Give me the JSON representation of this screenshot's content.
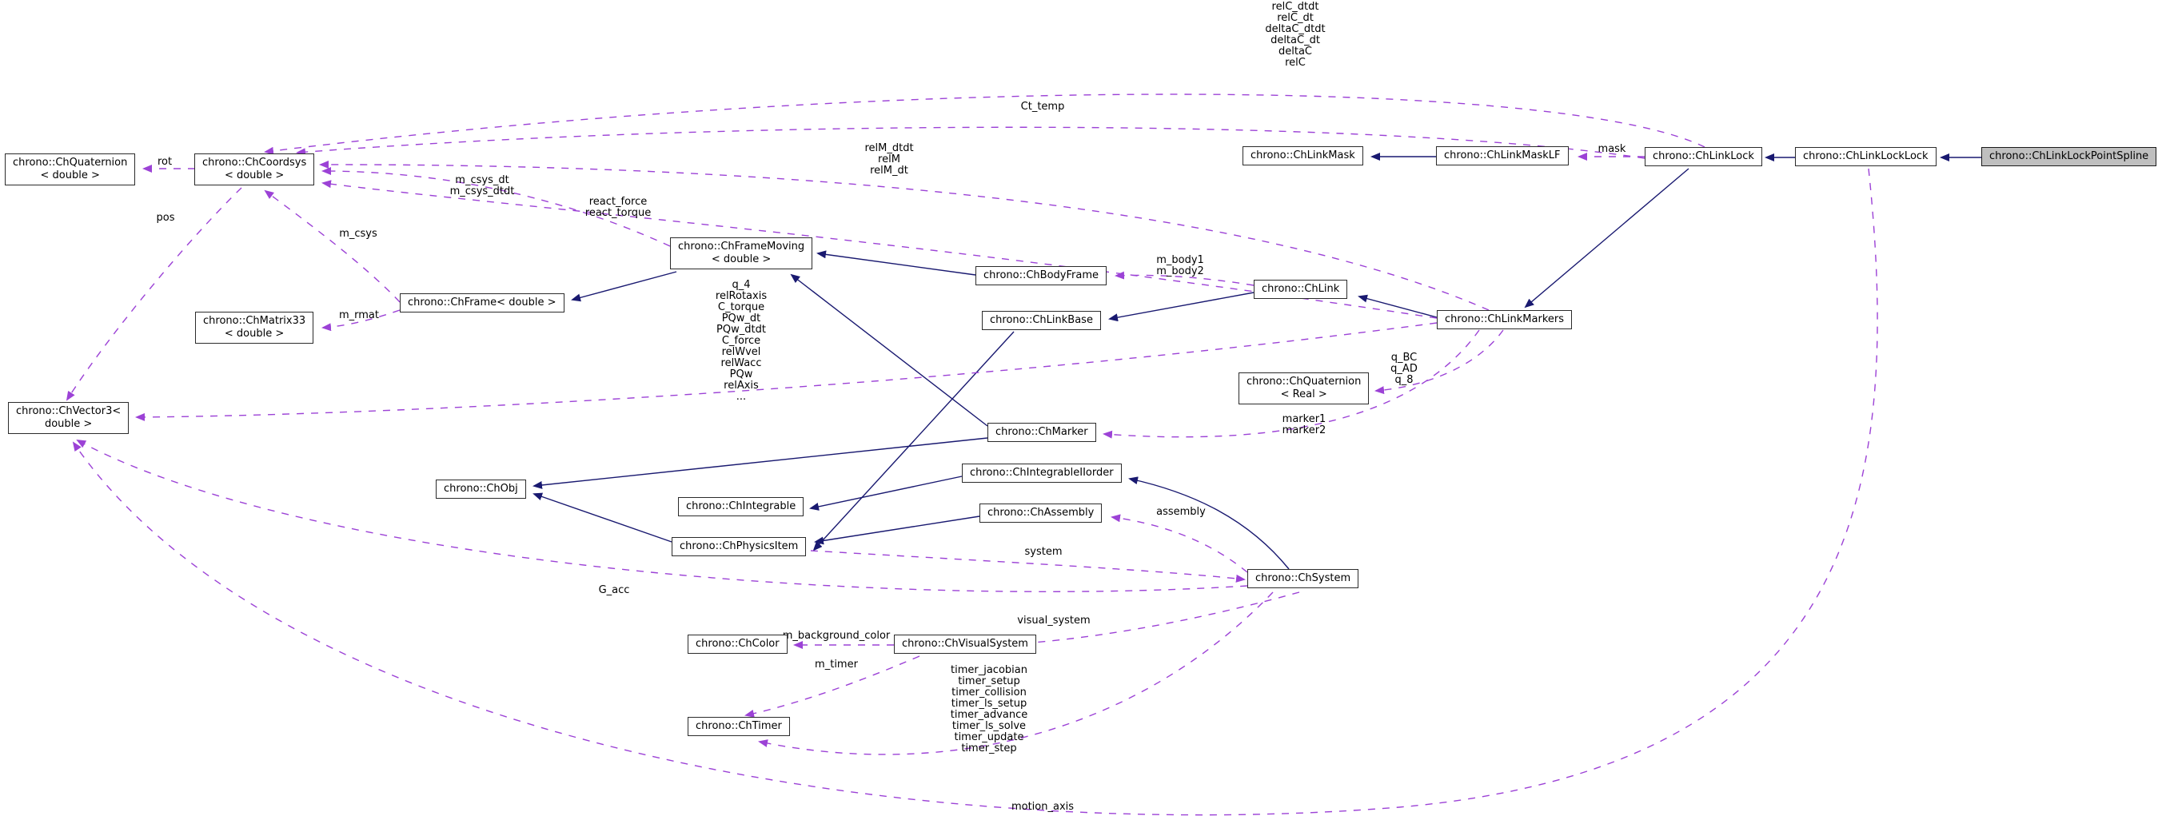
{
  "diagram": {
    "kind": "doxygen-collaboration-graph",
    "colors": {
      "inheritance_edge": "#191970",
      "usage_edge": "#9c42d6",
      "node_background": "#ffffff",
      "node_border": "#2b2b2b",
      "target_node_background": "#bfbfbf"
    },
    "nodes": {
      "chquaternion_double": {
        "label": "chrono::ChQuaternion\n< double >"
      },
      "chcoordsys": {
        "label": "chrono::ChCoordsys\n< double >"
      },
      "chlinkmask": {
        "label": "chrono::ChLinkMask"
      },
      "chlinkmasklf": {
        "label": "chrono::ChLinkMaskLF"
      },
      "chlinklock": {
        "label": "chrono::ChLinkLock"
      },
      "chlinklocklock": {
        "label": "chrono::ChLinkLockLock"
      },
      "chlinklockpointspline": {
        "label": "chrono::ChLinkLockPointSpline"
      },
      "chframemoving": {
        "label": "chrono::ChFrameMoving\n< double >"
      },
      "chbodyframe": {
        "label": "chrono::ChBodyFrame"
      },
      "chlink": {
        "label": "chrono::ChLink"
      },
      "chframe": {
        "label": "chrono::ChFrame< double >"
      },
      "chlinkbase": {
        "label": "chrono::ChLinkBase"
      },
      "chlinkmarkers": {
        "label": "chrono::ChLinkMarkers"
      },
      "chmatrix33": {
        "label": "chrono::ChMatrix33\n< double >"
      },
      "chquaternion_real": {
        "label": "chrono::ChQuaternion\n< Real >"
      },
      "chvector3": {
        "label": "chrono::ChVector3<\ndouble >"
      },
      "chmarker": {
        "label": "chrono::ChMarker"
      },
      "chintegrableiiorder": {
        "label": "chrono::ChIntegrableIIorder"
      },
      "chobj": {
        "label": "chrono::ChObj"
      },
      "chintegrable": {
        "label": "chrono::ChIntegrable"
      },
      "chassembly": {
        "label": "chrono::ChAssembly"
      },
      "chphysicsitem": {
        "label": "chrono::ChPhysicsItem"
      },
      "chsystem": {
        "label": "chrono::ChSystem"
      },
      "chcolor": {
        "label": "chrono::ChColor"
      },
      "chvisualsystem": {
        "label": "chrono::ChVisualSystem"
      },
      "chtimer": {
        "label": "chrono::ChTimer"
      }
    },
    "edge_labels": {
      "relc_stack": {
        "text": "relC_dtdt\nrelC_dt\ndeltaC_dtdt\ndeltaC_dt\ndeltaC\nrelC"
      },
      "ct_temp": {
        "text": "Ct_temp"
      },
      "relm_stack": {
        "text": "relM_dtdt\nrelM\nrelM_dt"
      },
      "mask": {
        "text": "mask"
      },
      "rot": {
        "text": "rot"
      },
      "pos": {
        "text": "pos"
      },
      "m_csys_stack": {
        "text": "m_csys_dt\nm_csys_dtdt"
      },
      "react_stack": {
        "text": "react_force\nreact_torque"
      },
      "m_csys": {
        "text": "m_csys"
      },
      "m_rmat": {
        "text": "m_rmat"
      },
      "q4_stack": {
        "text": "q_4\nrelRotaxis\nC_torque\nPQw_dt\nPQw_dtdt\nC_force\nrelWvel\nrelWacc\nPQw\nrelAxis\n..."
      },
      "m_body_stack": {
        "text": "m_body1\nm_body2"
      },
      "q_bc_stack": {
        "text": "q_BC\nq_AD\nq_8"
      },
      "marker_stack": {
        "text": "marker1\nmarker2"
      },
      "assembly": {
        "text": "assembly"
      },
      "system": {
        "text": "system"
      },
      "g_acc": {
        "text": "G_acc"
      },
      "m_background_color": {
        "text": "m_background_color"
      },
      "visual_system": {
        "text": "visual_system"
      },
      "m_timer": {
        "text": "m_timer"
      },
      "timer_stack": {
        "text": "timer_jacobian\ntimer_setup\ntimer_collision\ntimer_ls_setup\ntimer_advance\ntimer_ls_solve\ntimer_update\ntimer_step"
      },
      "motion_axis": {
        "text": "motion_axis"
      }
    }
  }
}
